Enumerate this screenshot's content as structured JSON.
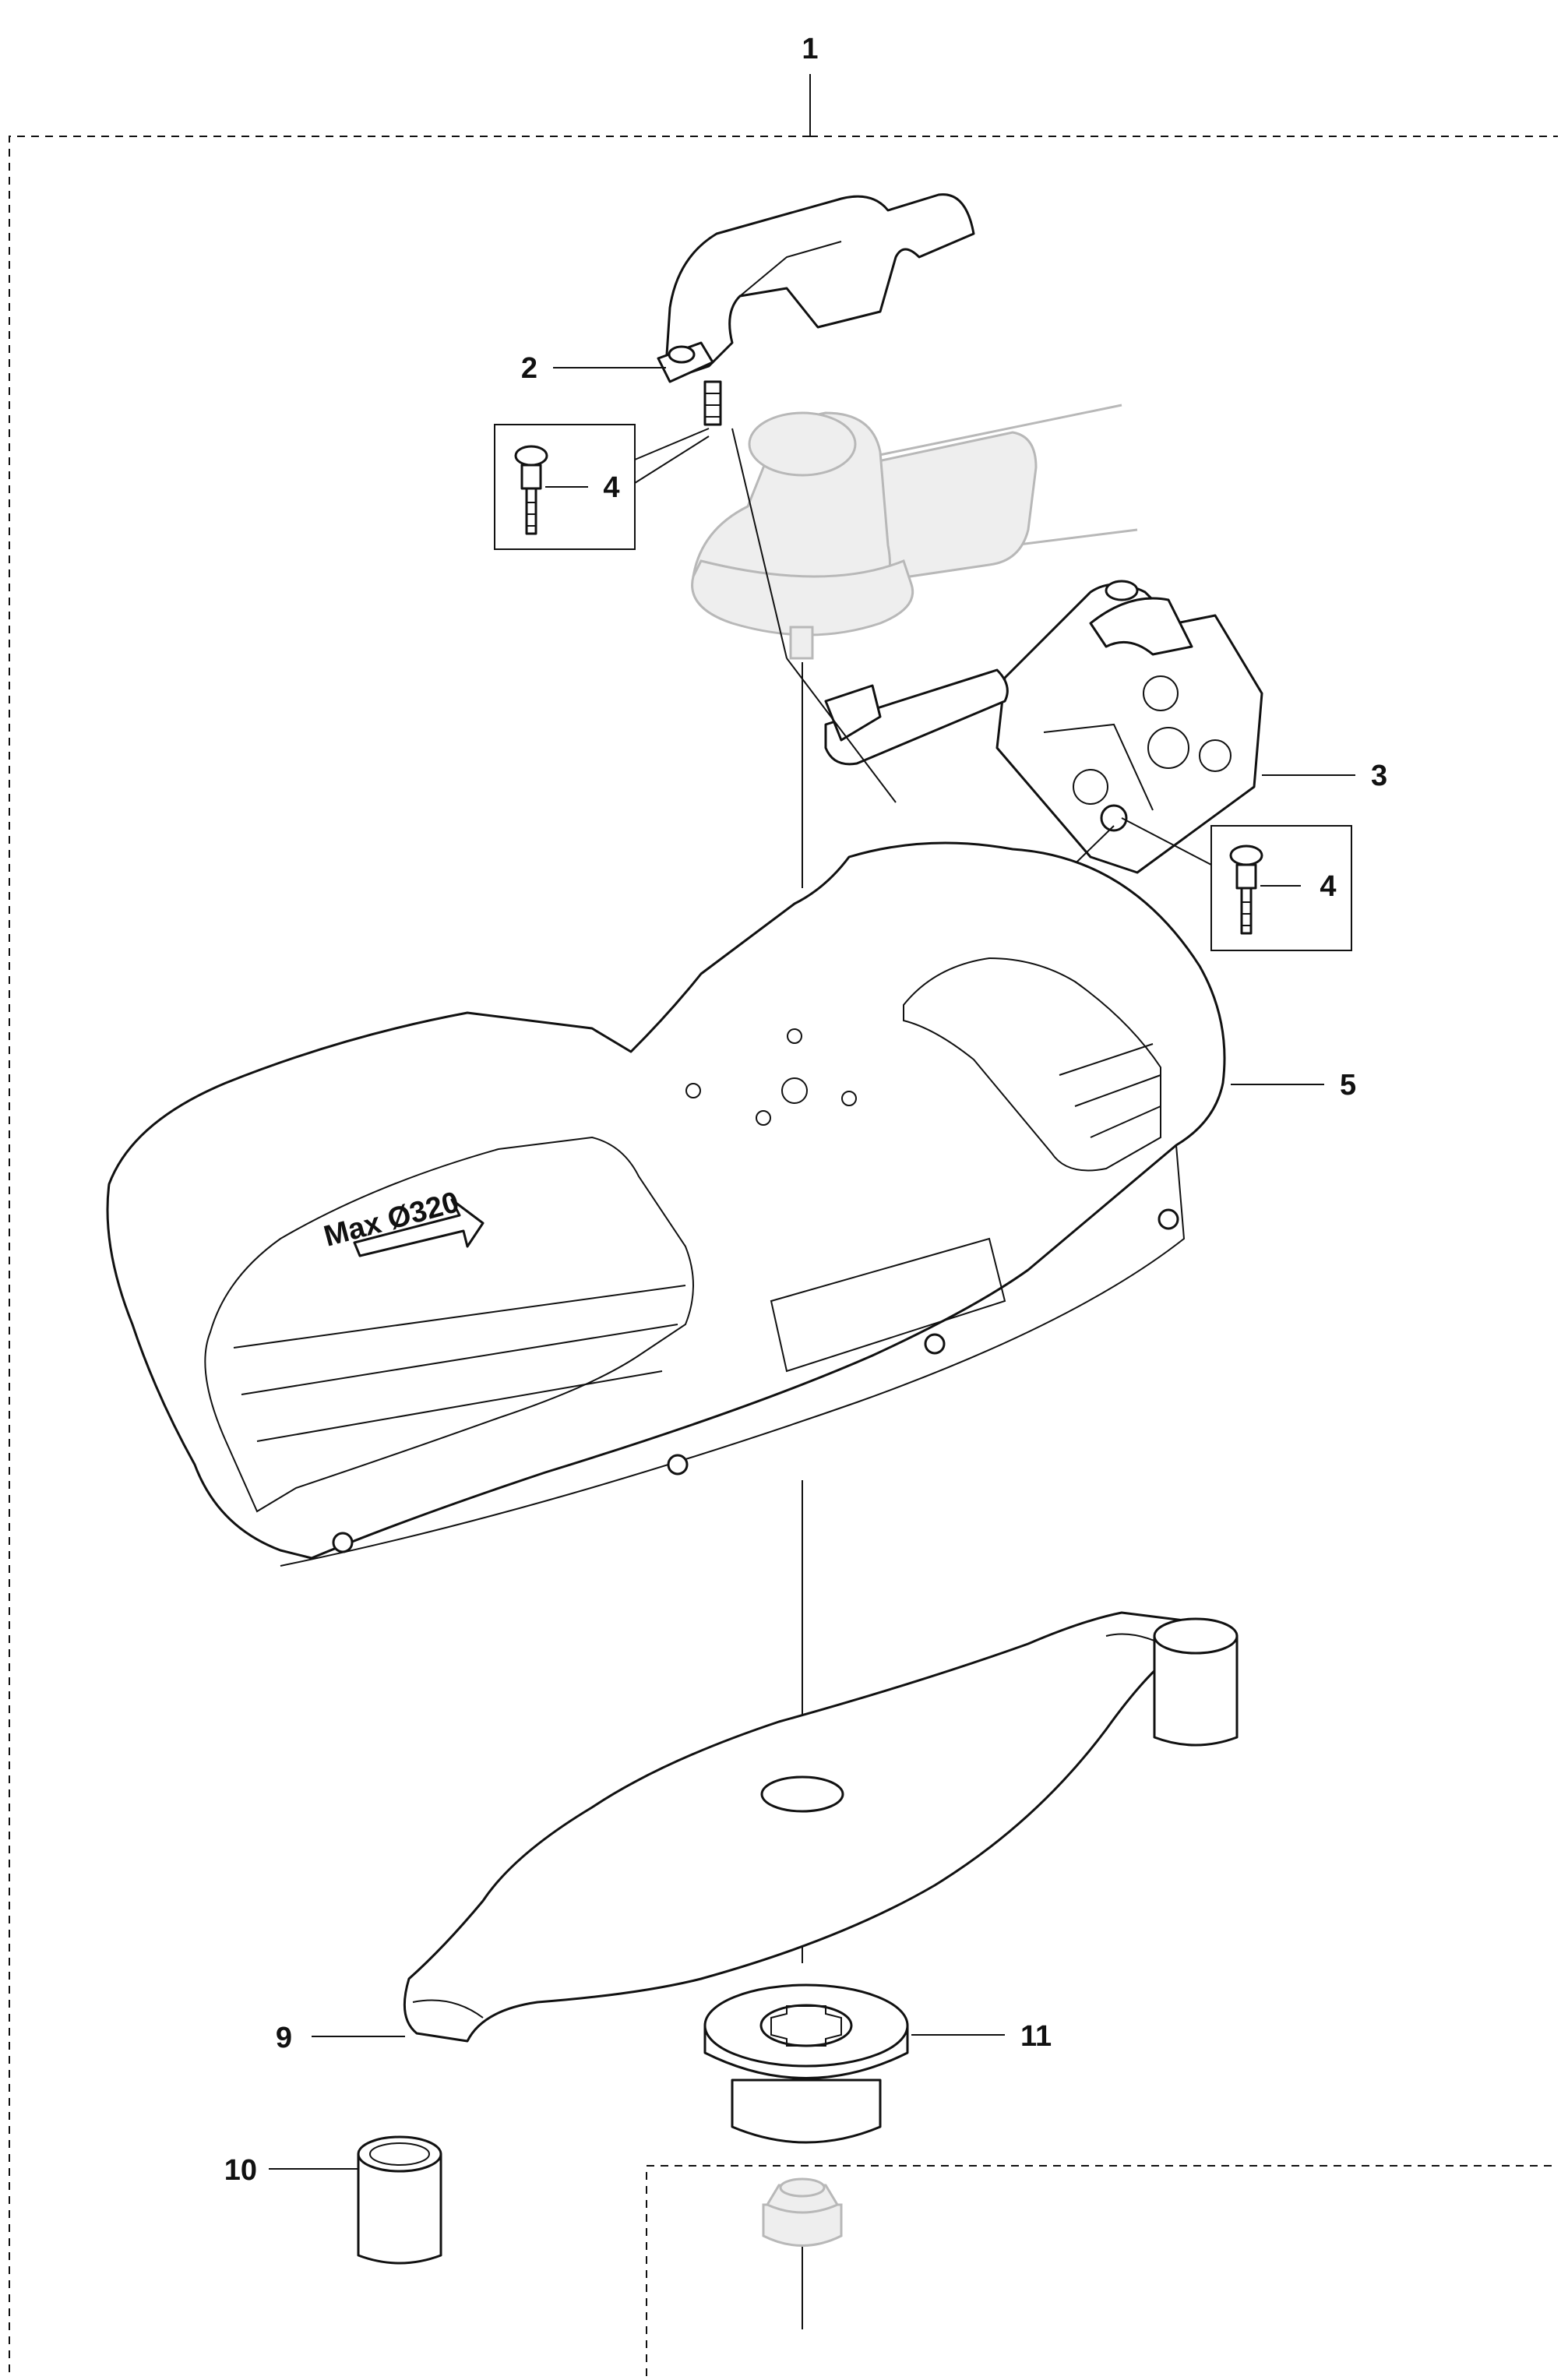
{
  "labels": {
    "assembly": "1",
    "bracket_upper": "2",
    "bracket_lower": "3",
    "screw_upper": "4",
    "screw_lower": "4",
    "guard": "5",
    "blade": "9",
    "bushing_left": "10",
    "nut": "11"
  },
  "guard_text": "Max Ø320"
}
